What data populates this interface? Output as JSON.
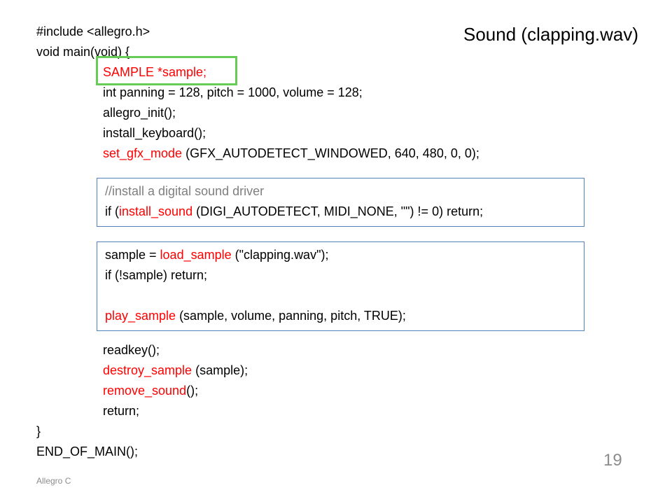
{
  "slide": {
    "title": "Sound (clapping.wav)",
    "page_number": "19",
    "footer": "Allegro C"
  },
  "code": {
    "include": "#include <allegro.h>",
    "main_open": "void main(void) {",
    "sample_decl": "SAMPLE *sample;",
    "int_decl": "int panning = 128, pitch = 1000, volume = 128;",
    "allegro_init": "allegro_init();",
    "install_keyboard": "install_keyboard();",
    "gfx_func": "set_gfx_mode",
    "gfx_args": " (GFX_AUTODETECT_WINDOWED, 640, 480, 0, 0);",
    "box1": {
      "comment": "//install a digital sound driver",
      "if_open": "if (",
      "install_sound": "install_sound",
      "if_rest": " (DIGI_AUTODETECT, MIDI_NONE, \"\") != 0) return;"
    },
    "box2": {
      "assign": "sample = ",
      "load_sample": "load_sample",
      "load_args": " (\"clapping.wav\");",
      "check": "if (!sample) return;",
      "play_sample": "play_sample",
      "play_args": " (sample, volume, panning, pitch, TRUE);"
    },
    "readkey": "readkey();",
    "destroy_sample": "destroy_sample",
    "destroy_args": " (sample);",
    "remove_sound": "remove_sound",
    "remove_args": "();",
    "return_stmt": "return;",
    "main_close": "}",
    "end_of_main": "END_OF_MAIN();"
  },
  "colors": {
    "keyword_red": "#ff0000",
    "comment_gray": "#7f7f7f",
    "box_border": "#4f81bd",
    "highlight_green": "#66cc55"
  }
}
